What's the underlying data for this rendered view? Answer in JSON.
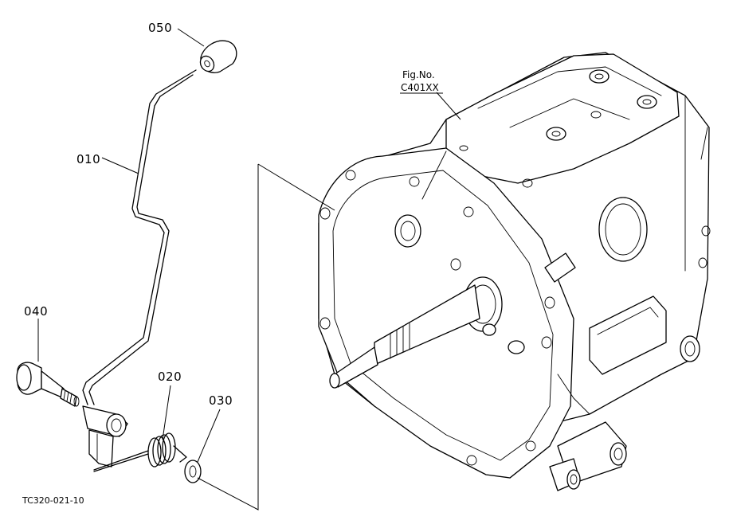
{
  "labels": {
    "part_010": "010",
    "part_020": "020",
    "part_030": "030",
    "part_040": "040",
    "part_050": "050"
  },
  "figure_ref": {
    "line1": "Fig.No.",
    "line2": "C401XX"
  },
  "drawing_code": "TC320-021-10"
}
